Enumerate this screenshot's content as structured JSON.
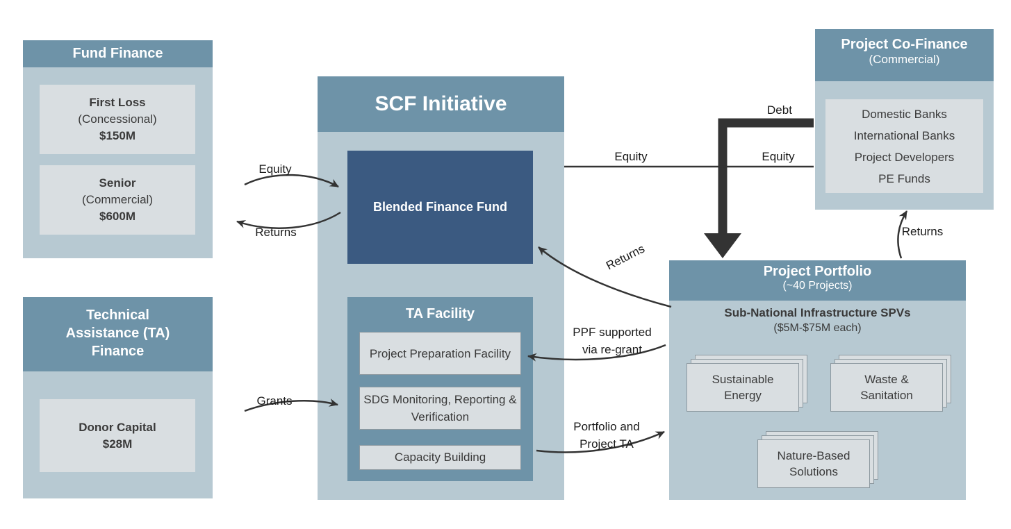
{
  "colors": {
    "teal": "#6e93a8",
    "panel": "#b7c9d2",
    "inner": "#d9dee1",
    "navy": "#3b5a81",
    "arrow": "#333333",
    "text": "#3a3a3a"
  },
  "fund_finance": {
    "title": "Fund Finance",
    "items": [
      {
        "name": "First Loss",
        "type": "(Concessional)",
        "amount": "$150M"
      },
      {
        "name": "Senior",
        "type": "(Commercial)",
        "amount": "$600M"
      }
    ]
  },
  "ta_finance": {
    "title": "Technical Assistance (TA) Finance",
    "item": {
      "name": "Donor Capital",
      "amount": "$28M"
    }
  },
  "scf": {
    "title": "SCF Initiative",
    "blended_fund": "Blended Finance Fund",
    "ta_facility": {
      "title": "TA Facility",
      "items": [
        "Project Preparation Facility",
        "SDG Monitoring, Reporting & Verification",
        "Capacity Building"
      ]
    }
  },
  "co_finance": {
    "title": "Project Co-Finance",
    "subtitle": "(Commercial)",
    "items": [
      "Domestic Banks",
      "International Banks",
      "Project Developers",
      "PE Funds"
    ]
  },
  "portfolio": {
    "title": "Project Portfolio",
    "subtitle": "(~40 Projects)",
    "heading": "Sub-National Infrastructure SPVs",
    "subheading": "($5M-$75M each)",
    "cards": [
      "Sustainable Energy",
      "Waste & Sanitation",
      "Nature-Based Solutions"
    ]
  },
  "flows": {
    "equity_left": "Equity",
    "returns_left": "Returns",
    "grants": "Grants",
    "equity_mid": "Equity",
    "equity_right": "Equity",
    "debt": "Debt",
    "returns_mid": "Returns",
    "returns_right": "Returns",
    "ppf_line1": "PPF supported",
    "ppf_line2": "via re-grant",
    "pta_line1": "Portfolio and",
    "pta_line2": "Project TA"
  }
}
